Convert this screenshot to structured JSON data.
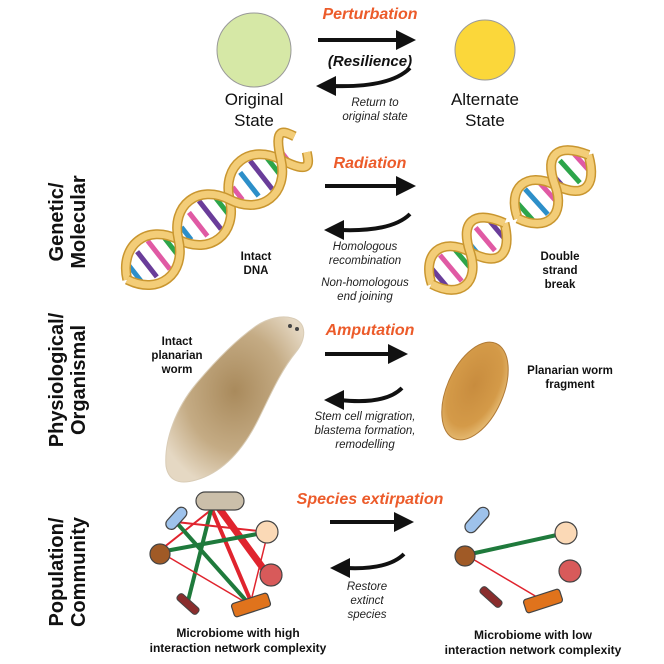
{
  "header": {
    "perturbation": "Perturbation",
    "resilience": "(Resilience)",
    "return": [
      "Return to",
      "original state"
    ],
    "original_state": [
      "Original",
      "State"
    ],
    "alternate_state": [
      "Alternate",
      "State"
    ]
  },
  "rows": {
    "genetic": {
      "label": [
        "Genetic/",
        "Molecular"
      ],
      "perturbation": "Radiation",
      "mechanisms": [
        "Homologous",
        "recombination",
        "Non-homologous",
        "end joining"
      ],
      "left_caption": [
        "Intact",
        "DNA"
      ],
      "right_caption": [
        "Double",
        "strand",
        "break"
      ]
    },
    "physiological": {
      "label": [
        "Physiological/",
        "Organismal"
      ],
      "perturbation": "Amputation",
      "mechanisms": [
        "Stem cell migration,",
        "blastema formation,",
        "remodelling"
      ],
      "left_caption": [
        "Intact",
        "planarian",
        "worm"
      ],
      "right_caption": [
        "Planarian worm",
        "fragment"
      ]
    },
    "population": {
      "label": [
        "Population/",
        "Community"
      ],
      "perturbation": "Species extirpation",
      "mechanisms": [
        "Restore",
        "extinct",
        "species"
      ],
      "left_caption": [
        "Microbiome with high",
        "interaction network complexity"
      ],
      "right_caption": [
        "Microbiome with low",
        "interaction network complexity"
      ]
    }
  },
  "colors": {
    "perturbation_text": "#ec5b2a",
    "original_state": "#d6e8a6",
    "alternate_state": "#fbd73a",
    "dna_backbone": "#f1c66b",
    "worm": "#b89a6c",
    "fragment": "#c98a3c",
    "link_green": "#1f7a3c",
    "link_red": "#e0242e"
  }
}
